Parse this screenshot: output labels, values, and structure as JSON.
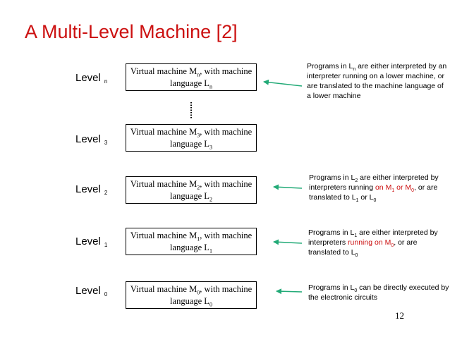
{
  "title": "A Multi-Level Machine [2]",
  "page_number": "12",
  "colors": {
    "title": "#cc1111",
    "arrow": "#22aa77",
    "highlight": "#cc1111"
  },
  "levels": [
    {
      "label": "Level",
      "sub": "n",
      "box": {
        "line1_pre": "Virtual machine M",
        "m_sub": "n",
        "line1_post": ", with machine",
        "line2_pre": "language L",
        "l_sub": "n"
      },
      "note": {
        "p1": "Programs in L",
        "s1": "n",
        "p2": " are either interpreted by an interpreter running on a lower machine, or are translated to the machine language of a lower machine"
      }
    },
    {
      "label": "Level",
      "sub": "3",
      "box": {
        "line1_pre": "Virtual machine M",
        "m_sub": "3",
        "line1_post": ", with machine",
        "line2_pre": "language L",
        "l_sub": "3"
      }
    },
    {
      "label": "Level",
      "sub": "2",
      "box": {
        "line1_pre": "Virtual machine M",
        "m_sub": "2",
        "line1_post": ", with machine",
        "line2_pre": "language L",
        "l_sub": "2"
      },
      "note": {
        "p1": "Programs in L",
        "s1": "2",
        "p2": " are either interpreted by interpreters running ",
        "r1": " on M",
        "rs1": "1",
        "r2": " or M",
        "rs2": "0",
        "p3": ", or are translated to L",
        "s2": "1",
        "p4": " or L",
        "s3": "0"
      }
    },
    {
      "label": "Level",
      "sub": "1",
      "box": {
        "line1_pre": "Virtual machine M",
        "m_sub": "1",
        "line1_post": ", with machine",
        "line2_pre": "language L",
        "l_sub": "1"
      },
      "note": {
        "p1": "Programs in L",
        "s1": "1",
        "p2": " are either interpreted by interpreters ",
        "r1": "running  on M",
        "rs1": "0",
        "p3": ", or are translated to L",
        "s2": "0"
      }
    },
    {
      "label": "Level",
      "sub": "0",
      "box": {
        "line1_pre": "Virtual machine M",
        "m_sub": "0",
        "line1_post": ", with machine",
        "line2_pre": "language L",
        "l_sub": "0"
      },
      "note": {
        "p1": "Programs in L",
        "s1": "0",
        "p2": " can be directly executed by the electronic circuits"
      }
    }
  ]
}
